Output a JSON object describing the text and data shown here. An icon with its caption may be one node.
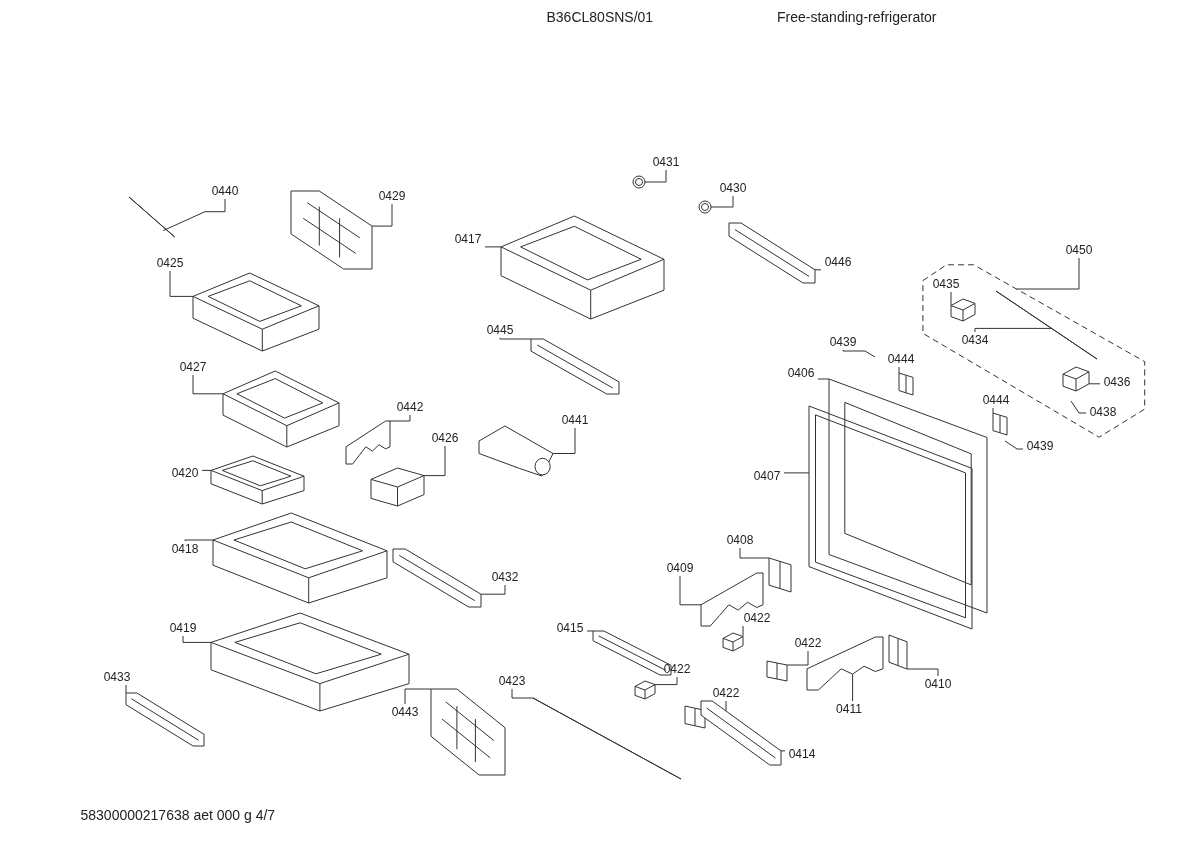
{
  "diagram": {
    "nodes": [
      {
        "text": [
          "0440"
        ]
      },
      {
        "text": [],
        "shape": "picture"
      },
      {
        "text": [
          "0429"
        ]
      },
      {
        "text": [],
        "shape": "picture"
      },
      {
        "text": [
          "0425"
        ]
      },
      {
        "text": [],
        "shape": "picture"
      },
      {
        "text": [
          "0427"
        ]
      },
      {
        "text": [],
        "shape": "picture"
      },
      {
        "text": [
          "0420"
        ]
      },
      {
        "text": [],
        "shape": "picture"
      },
      {
        "text": [
          "0418"
        ]
      },
      {
        "text": [],
        "shape": "picture"
      },
      {
        "text": [
          "0419"
        ]
      },
      {
        "text": [],
        "shape": "picture"
      },
      {
        "text": [
          "0433"
        ]
      },
      {
        "text": [],
        "shape": "picture"
      },
      {
        "text": [
          "0442"
        ]
      },
      {
        "text": [],
        "shape": "picture"
      },
      {
        "text": [
          "0426"
        ]
      },
      {
        "text": [],
        "shape": "picture"
      },
      {
        "text": [
          "0441"
        ]
      },
      {
        "text": [],
        "shape": "picture"
      },
      {
        "text": [
          "0432"
        ]
      },
      {
        "text": [],
        "shape": "picture"
      },
      {
        "text": [
          "0443"
        ]
      },
      {
        "text": [],
        "shape": "picture"
      },
      {
        "text": [
          "0423"
        ]
      },
      {
        "text": [],
        "shape": "picture"
      },
      {
        "text": [
          "0417"
        ]
      },
      {
        "text": [],
        "shape": "picture"
      },
      {
        "text": [
          "0445"
        ]
      },
      {
        "text": [],
        "shape": "picture"
      },
      {
        "text": [
          "0431"
        ]
      },
      {
        "text": [],
        "shape": "picture"
      },
      {
        "text": [
          "0430"
        ]
      },
      {
        "text": [],
        "shape": "picture"
      },
      {
        "text": [
          "0446"
        ]
      },
      {
        "text": [],
        "shape": "picture"
      },
      {
        "text": [
          "0450"
        ]
      },
      {
        "text": [],
        "shape": "box"
      },
      {
        "text": [
          "0435"
        ],
        "in": 39
      },
      {
        "text": [],
        "shape": "picture",
        "in": 39
      },
      {
        "text": [
          "0434"
        ],
        "in": 39
      },
      {
        "text": [],
        "shape": "picture",
        "in": 39
      },
      {
        "text": [
          "0436"
        ],
        "in": 39
      },
      {
        "text": [],
        "shape": "picture",
        "in": 39
      },
      {
        "text": [
          "0438"
        ],
        "in": 39
      },
      {
        "text": [],
        "shape": "picture",
        "in": 39
      },
      {
        "text": [
          "0439"
        ]
      },
      {
        "text": [],
        "shape": "picture"
      },
      {
        "text": [
          "0444"
        ]
      },
      {
        "text": [],
        "shape": "picture"
      },
      {
        "text": [
          "0406"
        ]
      },
      {
        "text": [],
        "shape": "picture"
      },
      {
        "text": [
          "0407"
        ]
      },
      {
        "text": [],
        "shape": "picture"
      },
      {
        "text": [
          "0444"
        ]
      },
      {
        "text": [],
        "shape": "picture"
      },
      {
        "text": [
          "0439"
        ]
      },
      {
        "text": [],
        "shape": "picture"
      },
      {
        "text": [
          "0408"
        ]
      },
      {
        "text": [],
        "shape": "picture"
      },
      {
        "text": [
          "0409"
        ]
      },
      {
        "text": [],
        "shape": "picture"
      },
      {
        "text": [
          "0415"
        ]
      },
      {
        "text": [],
        "shape": "picture"
      },
      {
        "text": [
          "0422"
        ]
      },
      {
        "text": [],
        "shape": "picture"
      },
      {
        "text": [
          "0422"
        ]
      },
      {
        "text": [],
        "shape": "picture"
      },
      {
        "text": [
          "0422"
        ]
      },
      {
        "text": [],
        "shape": "picture"
      },
      {
        "text": [
          "0422"
        ]
      },
      {
        "text": [],
        "shape": "picture"
      },
      {
        "text": [
          "0411"
        ]
      },
      {
        "text": [],
        "shape": "picture"
      },
      {
        "text": [
          "0410"
        ]
      },
      {
        "text": [],
        "shape": "picture"
      },
      {
        "text": [
          "0414"
        ]
      },
      {
        "text": [],
        "shape": "picture"
      }
    ],
    "edges": [
      {
        "from": 0,
        "to": 1,
        "arrow": "none"
      },
      {
        "from": 2,
        "to": 3,
        "arrow": "none"
      },
      {
        "from": 4,
        "to": 5,
        "arrow": "none"
      },
      {
        "from": 6,
        "to": 7,
        "arrow": "none"
      },
      {
        "from": 8,
        "to": 9,
        "arrow": "none"
      },
      {
        "from": 10,
        "to": 11,
        "arrow": "none"
      },
      {
        "from": 12,
        "to": 13,
        "arrow": "none"
      },
      {
        "from": 14,
        "to": 15,
        "arrow": "none"
      },
      {
        "from": 16,
        "to": 17,
        "arrow": "none"
      },
      {
        "from": 18,
        "to": 19,
        "arrow": "none"
      },
      {
        "from": 20,
        "to": 21,
        "arrow": "none"
      },
      {
        "from": 22,
        "to": 23,
        "arrow": "none"
      },
      {
        "from": 24,
        "to": 25,
        "arrow": "none"
      },
      {
        "from": 26,
        "to": 27,
        "arrow": "none"
      },
      {
        "from": 28,
        "to": 29,
        "arrow": "none"
      },
      {
        "from": 30,
        "to": 31,
        "arrow": "none"
      },
      {
        "from": 32,
        "to": 33,
        "arrow": "none"
      },
      {
        "from": 34,
        "to": 35,
        "arrow": "none"
      },
      {
        "from": 36,
        "to": 37,
        "arrow": "none"
      },
      {
        "from": 38,
        "to": 39,
        "arrow": "none"
      },
      {
        "from": 40,
        "to": 41,
        "arrow": "none"
      },
      {
        "from": 42,
        "to": 43,
        "arrow": "none"
      },
      {
        "from": 44,
        "to": 45,
        "arrow": "none"
      },
      {
        "from": 46,
        "to": 47,
        "arrow": "none"
      },
      {
        "from": 48,
        "to": 49,
        "arrow": "none"
      },
      {
        "from": 50,
        "to": 51,
        "arrow": "none"
      },
      {
        "from": 52,
        "to": 53,
        "arrow": "none"
      },
      {
        "from": 54,
        "to": 55,
        "arrow": "none"
      },
      {
        "from": 56,
        "to": 57,
        "arrow": "none"
      },
      {
        "from": 58,
        "to": 59,
        "arrow": "none"
      },
      {
        "from": 60,
        "to": 61,
        "arrow": "none"
      },
      {
        "from": 62,
        "to": 63,
        "arrow": "none"
      },
      {
        "from": 64,
        "to": 65,
        "arrow": "none"
      },
      {
        "from": 66,
        "to": 67,
        "arrow": "none"
      },
      {
        "from": 68,
        "to": 69,
        "arrow": "none"
      },
      {
        "from": 70,
        "to": 71,
        "arrow": "none"
      },
      {
        "from": 72,
        "to": 73,
        "arrow": "none"
      },
      {
        "from": 74,
        "to": 75,
        "arrow": "none"
      },
      {
        "from": 76,
        "to": 77,
        "arrow": "none"
      },
      {
        "from": 78,
        "to": 79,
        "arrow": "none"
      }
    ],
    "labels": [
      "B36CL80SNS/01",
      "Free-standing-refrigerator",
      "58300000217638 aet 000 g 4/7"
    ]
  }
}
